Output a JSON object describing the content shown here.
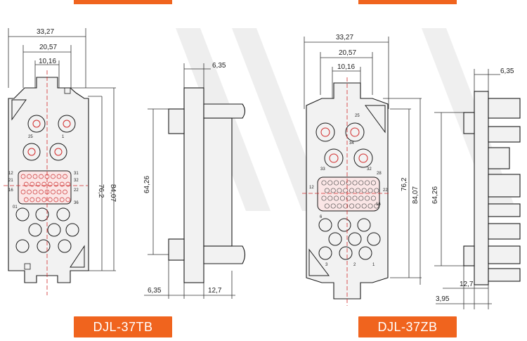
{
  "colors": {
    "accent": "#f0641e",
    "line": "#1a1a1a",
    "dim_line": "#333333",
    "center_line": "#d22a2a"
  },
  "left": {
    "label": "DJL-37TB",
    "front_dims": {
      "width_outer": "33,27",
      "width_mid": "20,57",
      "width_inner": "10,16",
      "height_inner": "76,2",
      "height_outer": "84,07"
    },
    "side_dims": {
      "top": "6,35",
      "height": "64,26",
      "bottom_left": "6,35",
      "bottom_right": "12,7"
    },
    "pin_labels": [
      "25",
      "1",
      "12",
      "31",
      "21",
      "32",
      "16",
      "22",
      "36",
      "01"
    ]
  },
  "right": {
    "label": "DJL-37ZB",
    "front_dims": {
      "width_outer": "33,27",
      "width_mid": "20,57",
      "width_inner": "10,16",
      "height_inner": "76,2",
      "height_outer": "84,07"
    },
    "side_dims": {
      "top": "6,35",
      "height": "64,26",
      "mid": "12,7",
      "bottom": "3,95"
    },
    "pin_labels": [
      "34",
      "25",
      "33",
      "32",
      "16",
      "28",
      "12",
      "22",
      "3",
      "6",
      "2",
      "1"
    ]
  }
}
